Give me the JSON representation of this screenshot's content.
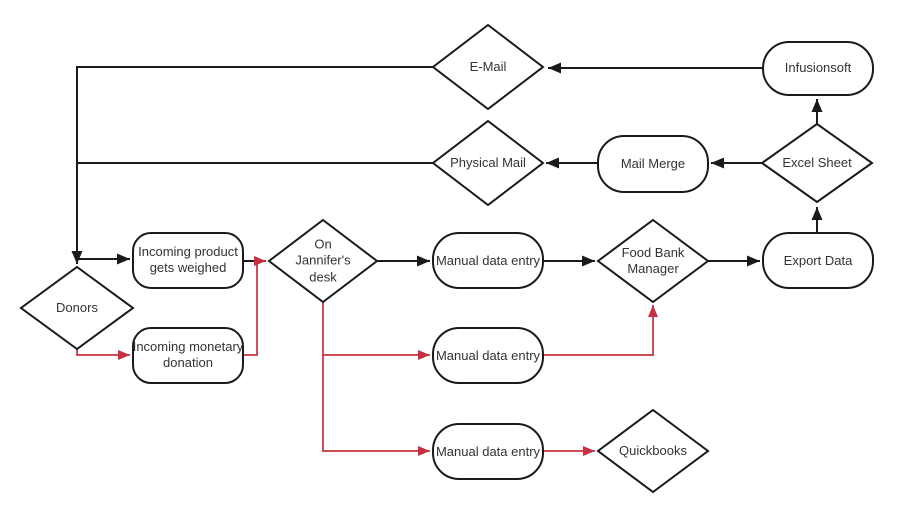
{
  "diagram": {
    "type": "flowchart",
    "colors": {
      "edge_black": "#1a1a1a",
      "edge_red": "#c63040",
      "node_stroke": "#1a1a1a",
      "node_fill": "#ffffff",
      "text": "#333333",
      "background": "#ffffff"
    },
    "nodes": {
      "donors": {
        "label": "Donors",
        "shape": "diamond"
      },
      "incoming_product": {
        "label": "Incoming product gets weighed",
        "shape": "rounded-rect"
      },
      "incoming_monetary": {
        "label": "Incoming monetary donation",
        "shape": "rounded-rect"
      },
      "jannifers_desk": {
        "label": "On Jannifer's desk",
        "shape": "diamond"
      },
      "manual_entry_1": {
        "label": "Manual data entry",
        "shape": "rounded-rect"
      },
      "manual_entry_2": {
        "label": "Manual data entry",
        "shape": "rounded-rect"
      },
      "manual_entry_3": {
        "label": "Manual data entry",
        "shape": "rounded-rect"
      },
      "food_bank_manager": {
        "label": "Food Bank Manager",
        "shape": "diamond"
      },
      "export_data": {
        "label": "Export Data",
        "shape": "rounded-rect"
      },
      "excel_sheet": {
        "label": "Excel Sheet",
        "shape": "diamond"
      },
      "mail_merge": {
        "label": "Mail Merge",
        "shape": "rounded-rect"
      },
      "physical_mail": {
        "label": "Physical Mail",
        "shape": "diamond"
      },
      "email": {
        "label": "E-Mail",
        "shape": "diamond"
      },
      "infusionsoft": {
        "label": "Infusionsoft",
        "shape": "rounded-rect"
      },
      "quickbooks": {
        "label": "Quickbooks",
        "shape": "diamond"
      }
    },
    "edges": [
      {
        "from": "infusionsoft",
        "to": "email",
        "color": "black"
      },
      {
        "from": "excel_sheet",
        "to": "infusionsoft",
        "color": "black"
      },
      {
        "from": "excel_sheet",
        "to": "mail_merge",
        "color": "black"
      },
      {
        "from": "mail_merge",
        "to": "physical_mail",
        "color": "black"
      },
      {
        "from": "export_data",
        "to": "excel_sheet",
        "color": "black"
      },
      {
        "from": "email",
        "to": "donors",
        "color": "black"
      },
      {
        "from": "physical_mail",
        "to": "donors",
        "color": "black"
      },
      {
        "from": "donors",
        "to": "incoming_product",
        "color": "black"
      },
      {
        "from": "incoming_product",
        "to": "jannifers_desk",
        "color": "black"
      },
      {
        "from": "jannifers_desk",
        "to": "manual_entry_1",
        "color": "black"
      },
      {
        "from": "manual_entry_1",
        "to": "food_bank_manager",
        "color": "black"
      },
      {
        "from": "food_bank_manager",
        "to": "export_data",
        "color": "black"
      },
      {
        "from": "donors",
        "to": "incoming_monetary",
        "color": "red"
      },
      {
        "from": "incoming_monetary",
        "to": "jannifers_desk",
        "color": "red"
      },
      {
        "from": "jannifers_desk",
        "to": "manual_entry_2",
        "color": "red"
      },
      {
        "from": "jannifers_desk",
        "to": "manual_entry_3",
        "color": "red"
      },
      {
        "from": "manual_entry_2",
        "to": "food_bank_manager",
        "color": "red"
      },
      {
        "from": "manual_entry_3",
        "to": "quickbooks",
        "color": "red"
      }
    ]
  }
}
